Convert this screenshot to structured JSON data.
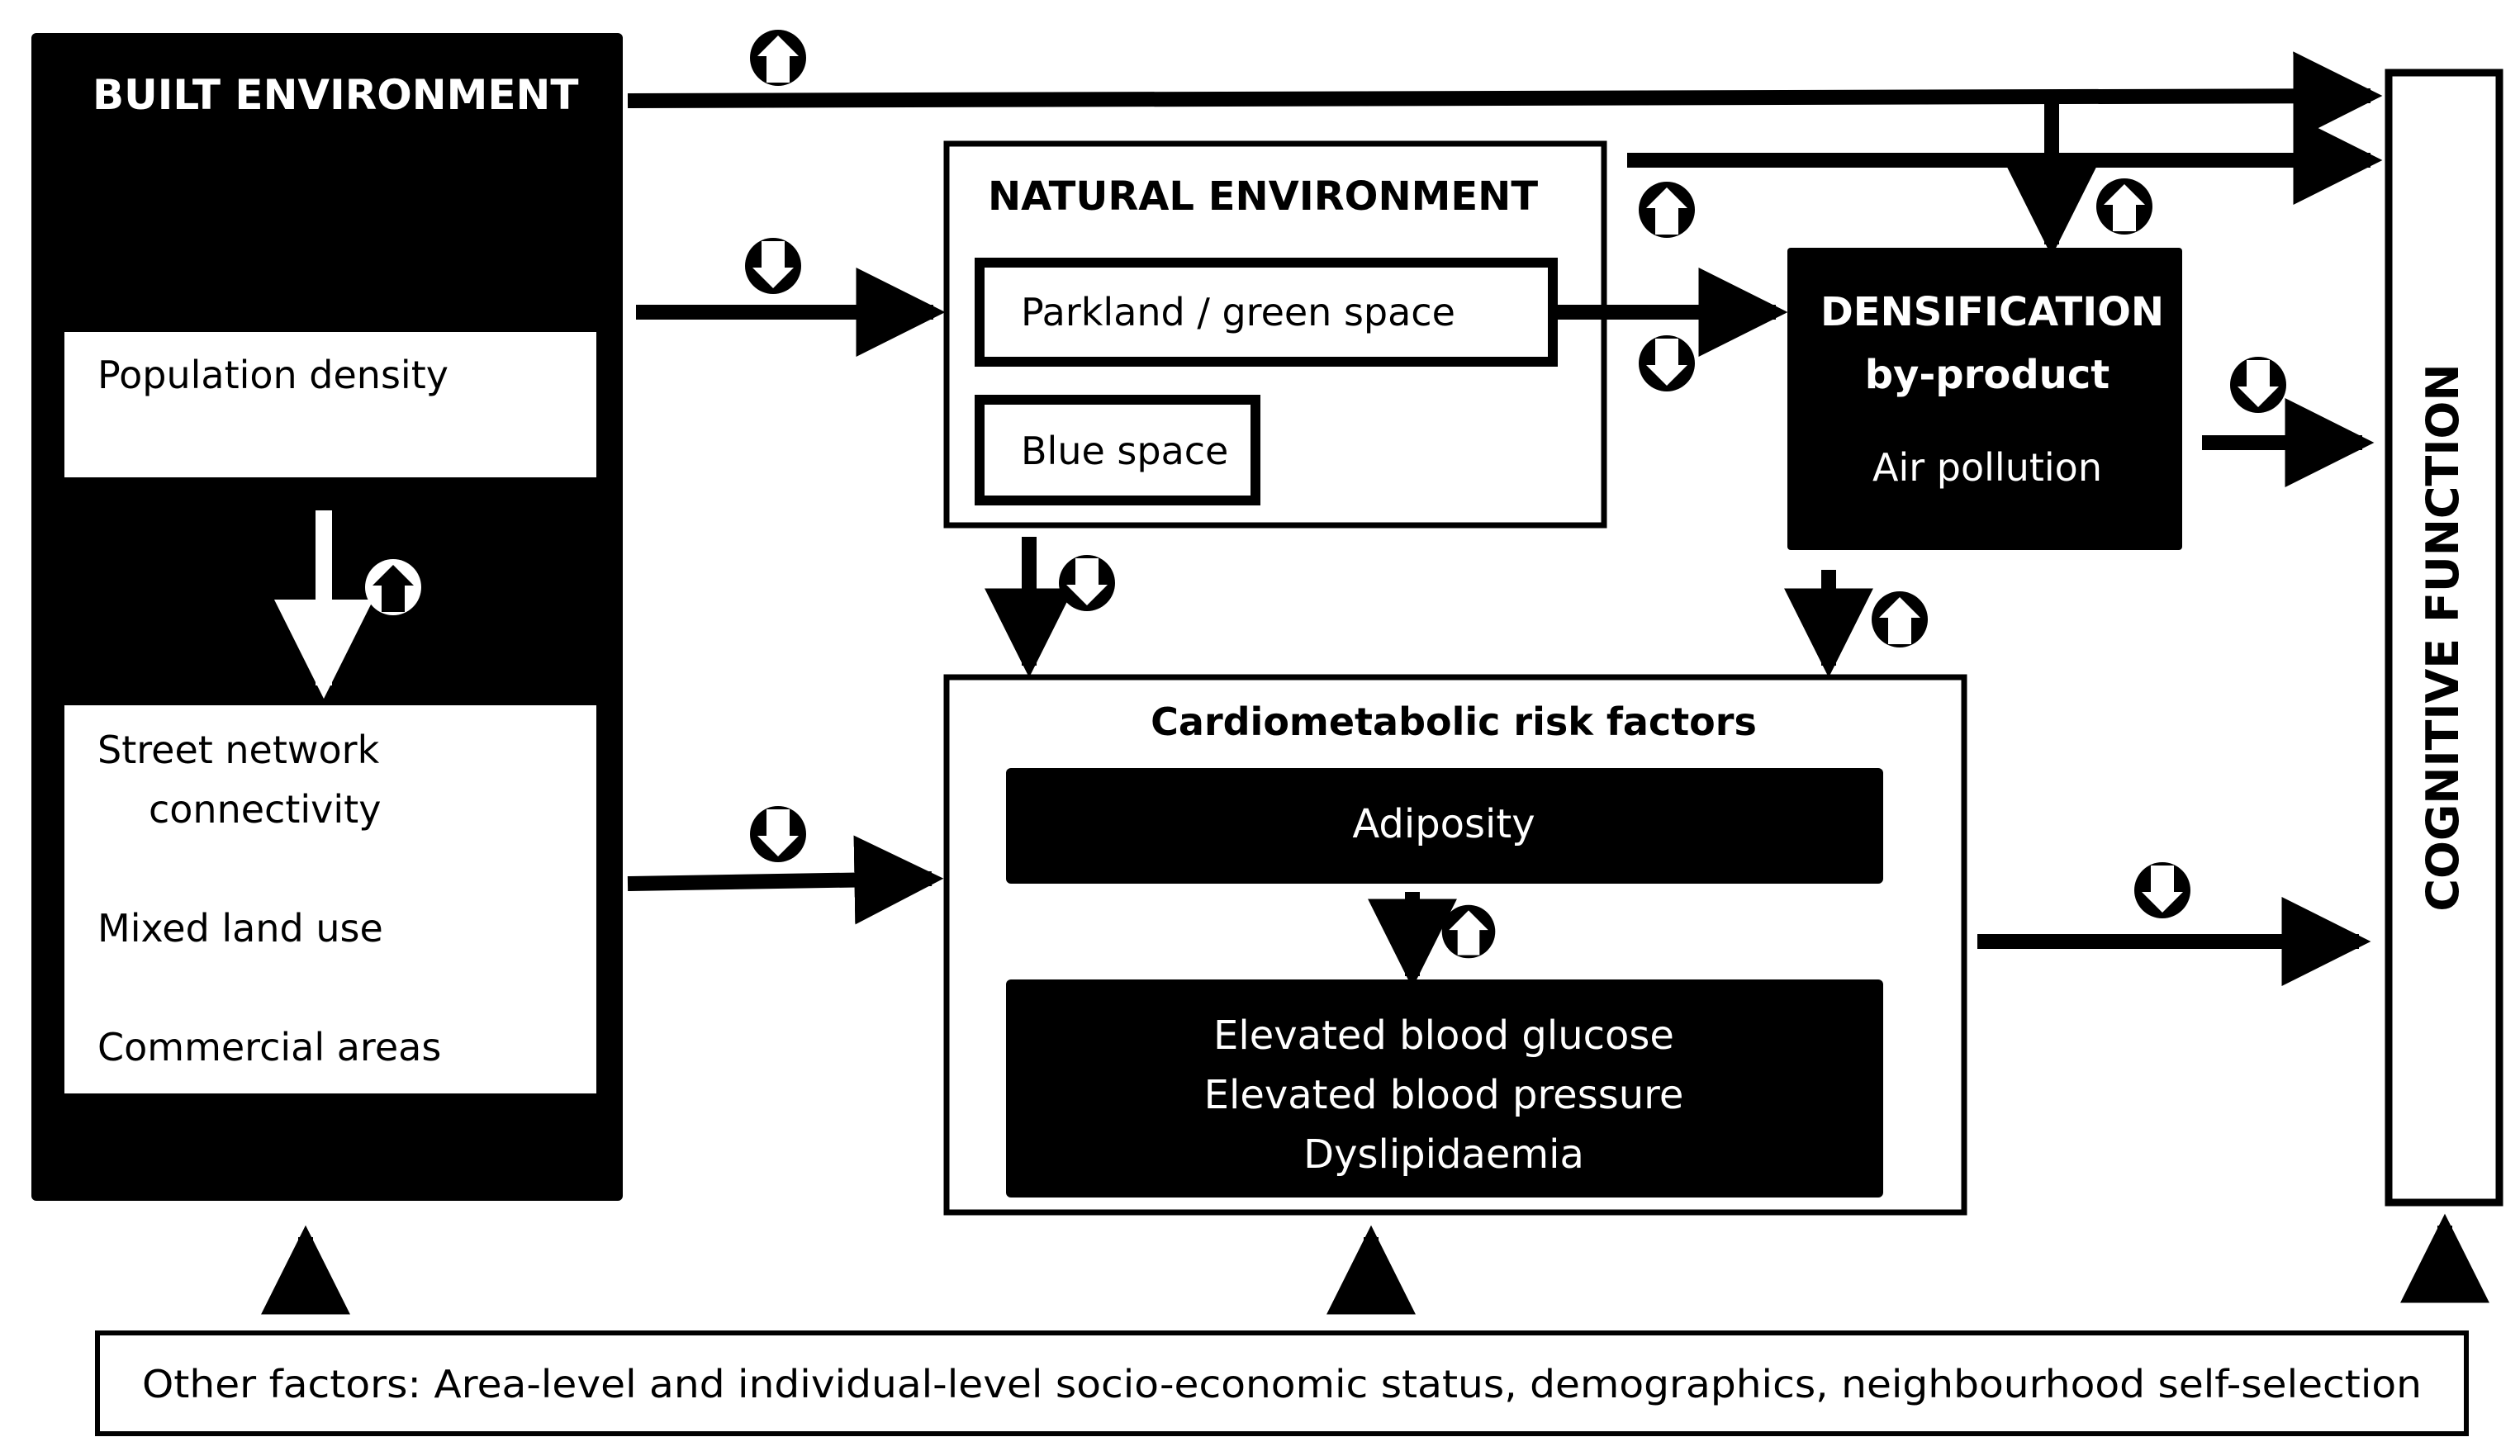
{
  "built_environment": {
    "title": "BUILT ENVIRONMENT",
    "population_density": "Population density",
    "street_network_1": "Street network",
    "street_network_2": "connectivity",
    "mixed_land_use": "Mixed land use",
    "commercial_areas": "Commercial areas"
  },
  "natural_environment": {
    "title": "NATURAL ENVIRONMENT",
    "parkland": "Parkland / green space",
    "blue_space": "Blue space"
  },
  "densification": {
    "title": "DENSIFICATION",
    "subtitle": "by-product",
    "air_pollution": "Air  pollution"
  },
  "cardiometabolic": {
    "title": "Cardiometabolic risk factors",
    "adiposity": "Adiposity",
    "line1": "Elevated blood glucose",
    "line2": "Elevated blood pressure",
    "line3": "Dyslipidaemia"
  },
  "cognitive_function": "COGNITIVE FUNCTION",
  "other_factors": "Other factors: Area-level and individual-level socio-economic status, demographics, neighbourhood self-selection"
}
